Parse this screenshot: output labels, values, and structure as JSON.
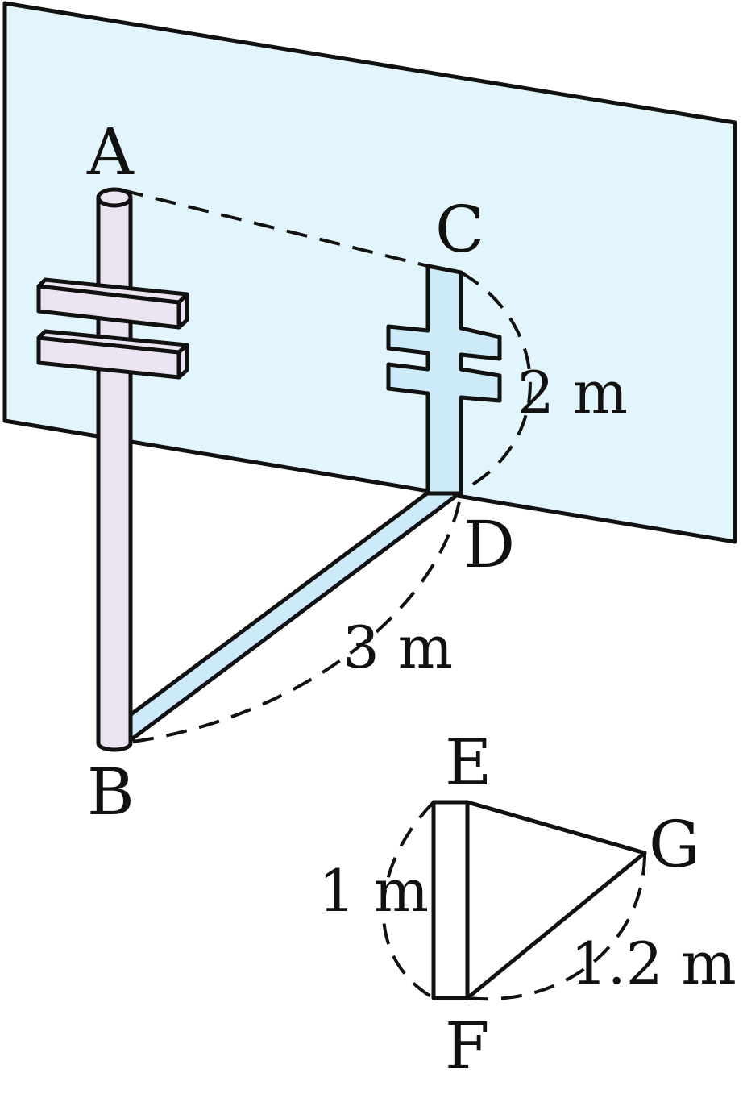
{
  "colors": {
    "wall": "#e3f5fc",
    "shadow": "#cdeaf8",
    "pole": "#ece4f1",
    "stroke": "#111111"
  },
  "labels": {
    "A": "A",
    "B": "B",
    "C": "C",
    "D": "D",
    "E": "E",
    "F": "F",
    "G": "G"
  },
  "measurements": {
    "cd": "2 m",
    "bd": "3 m",
    "ef": "1 m",
    "fg": "1.2 m"
  }
}
